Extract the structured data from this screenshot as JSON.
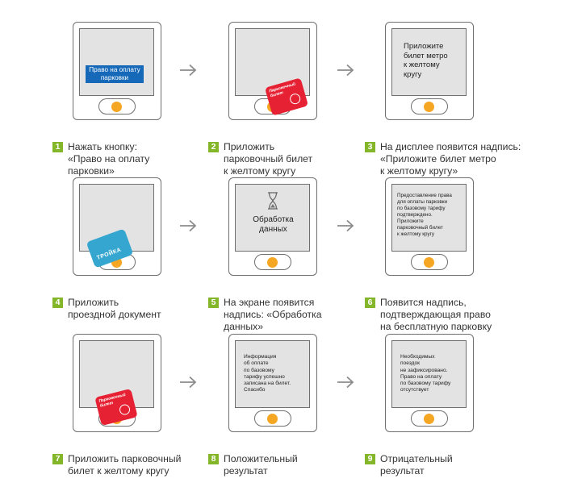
{
  "steps": [
    {
      "number": "1",
      "caption": "Нажать кнопку:\n«Право на оплату\nпарковки»",
      "screen_button": "Право на оплату\nпарковки"
    },
    {
      "number": "2",
      "caption": "Приложить\nпарковочный билет\nк желтому кругу",
      "card_text": "Парковочный\nбилет"
    },
    {
      "number": "3",
      "caption": "На дисплее появится надпись:\n«Приложите билет метро\nк желтому кругу»",
      "screen_text": "Приложите\nбилет метро\nк желтому\nкругу"
    },
    {
      "number": "4",
      "caption": "Приложить\nпроездной документ",
      "card_text": "ТРОЙКА"
    },
    {
      "number": "5",
      "caption": "На экране появится\nнадпись: «Обработка\nданных»",
      "screen_text": "Обработка\nданных"
    },
    {
      "number": "6",
      "caption": "Появится надпись,\nподтверждающая право\nна бесплатную парковку",
      "screen_text": "Предоставление права\nдля оплаты парковки\nпо базовому тарифу\nподтверждено.\nПриложите\nпарковочный билет\nк желтому кругу"
    },
    {
      "number": "7",
      "caption": "Приложить парковочный\nбилет к желтому кругу",
      "card_text": "Парковочный\nбилет"
    },
    {
      "number": "8",
      "caption": "Положительный\nрезультат",
      "screen_text": "Информация\nоб оплате\nпо базовому\nтарифу успешно\nзаписана на билет.\nСпасибо"
    },
    {
      "number": "9",
      "caption": "Отрицательный\nрезультат",
      "screen_text": "Необходимых\nпоездок\nне зафиксировано.\nПраво на оплату\nпо базовому тарифу\nотсутствует"
    }
  ],
  "colors": {
    "step_number_bg": "#84b62a",
    "button_dot": "#f5a623",
    "screen_button": "#1669b8",
    "parking_card": "#e62133",
    "troika_card": "#35a6cf",
    "arrow": "#8c8c8c"
  },
  "icons": [
    "arrow-right-icon",
    "hourglass-icon"
  ]
}
